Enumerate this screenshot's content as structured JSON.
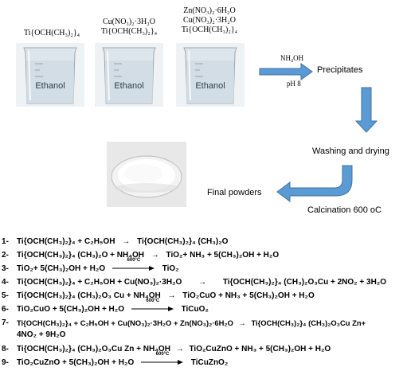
{
  "reagents": {
    "beaker1": [
      "Ti{OCH(CH₃)₂}₄"
    ],
    "beaker2": [
      "Cu(NO₃)₂·3H₂O",
      "Ti{OCH(CH₃)₂}₄"
    ],
    "beaker3": [
      "Zn(NO₃)₂·6H₂O",
      "Cu(NO₃)₂·3H₂O",
      "Ti{OCH(CH₃)₂}₄"
    ]
  },
  "beaker_label": "Ethanol",
  "flow": {
    "reagent": "NH₄OH",
    "ph": "pH 8",
    "precipitates": "Precipitates",
    "washing": "Washing and drying",
    "calcination": "Calcination 600 oC",
    "final": "Final powders"
  },
  "colors": {
    "arrow": "#5b9bd5",
    "arrow_edge": "#41719c"
  },
  "reactions": [
    {
      "num": "1-",
      "left": "Ti{OCH(CH₃)₂}₄ + C₂H₅OH",
      "arrow": "→",
      "right": "Ti{OCH(CH₃)₂}₄ (CH₃)₂O"
    },
    {
      "num": "2-",
      "left": "Ti{OCH(CH₃)₂}₄ (CH₃)₂O + NH₄OH",
      "arrow": "→",
      "right": "TiO₂+ NH₃ + 5(CH₃)₂OH + H₂O"
    },
    {
      "num": "3-",
      "left": "TiO₂+ 5(CH₃)₂OH + H₂O",
      "temp": "600°C",
      "right": "TiO₂"
    },
    {
      "num": "4-",
      "left": "Ti{OCH(CH₃)₂}₄ + C₂H₅OH + Cu(NO₃)₂·3H₂O",
      "arrow": "→",
      "right": "Ti{OCH(CH₃)₂}₄ (CH₃)₂O₃Cu + 2NO₂ + 3H₂O"
    },
    {
      "num": "5-",
      "left": "Ti{OCH(CH₃)₂}₄ (CH₃)₂O₃ Cu + NH₄OH",
      "arrow": "→",
      "right": "TiO₂CuO + NH₃ + 5(CH₃)₂OH + H₂O"
    },
    {
      "num": "6-",
      "left": "TiO₂CuO + 5(CH₃)₂OH + H₂O",
      "temp": "600°C",
      "right": "TiCuO₂"
    },
    {
      "num": "7-",
      "left": "Ti{OCH(CH₃)₂}₄ + C₂H₅OH + Cu(NO₃)₂·3H₂O + Zn(NO₃)₂·6H₂O",
      "arrow": "→",
      "right": "Ti{OCH(CH₃)₂}₄ (CH₃)₂O₃Cu Zn+",
      "cont": "4NO₂ + 9H₂O"
    },
    {
      "num": "8-",
      "left": "Ti{OCH(CH₃)₂}₄ (CH₃)₂O₃Cu Zn + NH₄OH",
      "arrow": "→",
      "right": "TiO₂CuZnO + NH₃ + 5(CH₃)₂OH + H₂O"
    },
    {
      "num": "9-",
      "left": "TiO₂CuZnO + 5(CH₃)₂OH + H₂O",
      "temp": "600°C",
      "right": "TiCuZnO₂"
    }
  ]
}
